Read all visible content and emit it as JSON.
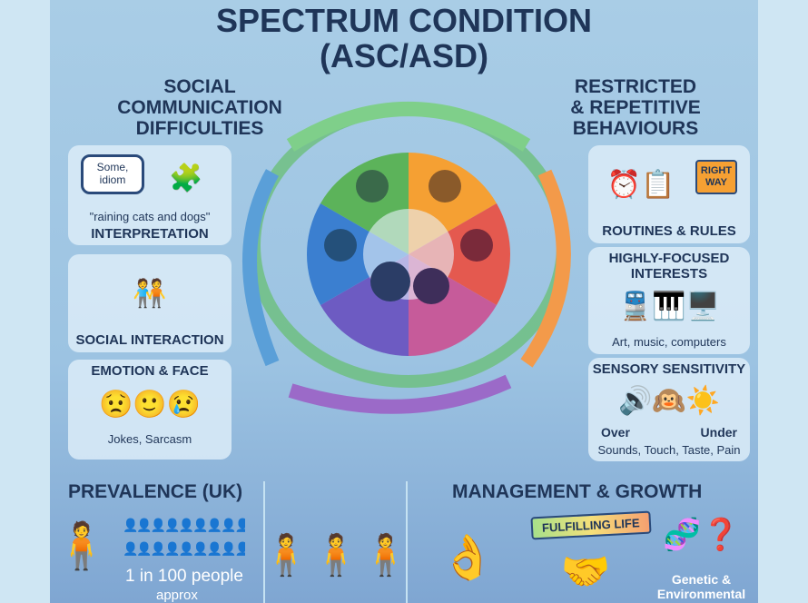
{
  "title": {
    "line1": "SPECTRUM CONDITION",
    "line2": "(ASC/ASD)"
  },
  "left": {
    "heading": [
      "SOCIAL",
      "COMMUNICATION",
      "DIFFICULTIES"
    ],
    "idiom": {
      "bubble": "Some, idiom",
      "quote": "\"raining cats and dogs\"",
      "label": "INTERPRETATION"
    },
    "social": {
      "label": "SOCIAL INTERACTION"
    },
    "emotion": {
      "label": "EMOTION & FACE",
      "caption": "Jokes, Sarcasm"
    }
  },
  "right": {
    "heading": [
      "RESTRICTED",
      "& REPETITIVE",
      "BEHAVIOURS"
    ],
    "routines": {
      "sign": "RIGHT WAY",
      "label": "ROUTINES & RULES"
    },
    "interests": {
      "label1": "HIGHLY-FOCUSED",
      "label2": "INTERESTS",
      "caption": "Art, music, computers"
    },
    "sensory": {
      "label": "SENSORY SENSITIVITY",
      "over": "Over",
      "under": "Under",
      "caption": "Sounds, Touch, Taste, Pain"
    }
  },
  "bottom": {
    "prevalence": {
      "heading": "PREVALENCE (UK)",
      "stat": "1 in 100 people",
      "note": "approx"
    },
    "management": {
      "heading": "MANAGEMENT & GROWTH",
      "banner": "FULFILLING LIFE",
      "cause1": "Genetic &",
      "cause2": "Environmental"
    }
  }
}
